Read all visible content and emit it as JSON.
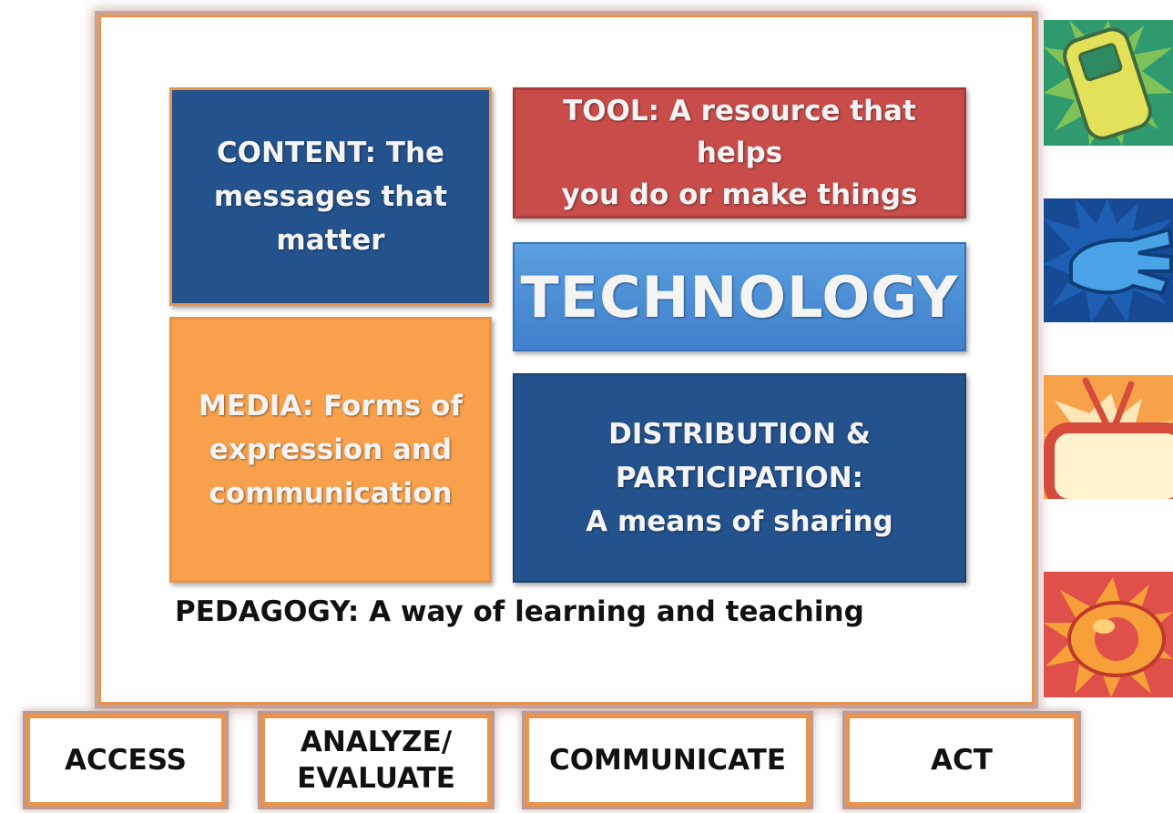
{
  "diagram": {
    "content_box": "CONTENT: The\nmessages that\nmatter",
    "media_box": "MEDIA: Forms of\nexpression and\ncommunication",
    "tool_box": "TOOL: A resource that helps\nyou do or make things",
    "technology_box": "TECHNOLOGY",
    "distribution_box": "DISTRIBUTION &\nPARTICIPATION:\nA means of sharing",
    "pedagogy_label": "PEDAGOGY: A way of learning and teaching"
  },
  "actions": [
    {
      "label": "ACCESS"
    },
    {
      "label": "ANALYZE/\nEVALUATE"
    },
    {
      "label": "COMMUNICATE"
    },
    {
      "label": "ACT"
    }
  ],
  "icons": [
    {
      "name": "mobile-phone-icon",
      "colors": [
        "#2f9a6e",
        "#e3e05a"
      ]
    },
    {
      "name": "hand-icon",
      "colors": [
        "#1f5fb3",
        "#4aa3e6"
      ]
    },
    {
      "name": "television-icon",
      "colors": [
        "#f7a24a",
        "#d64c3c"
      ]
    },
    {
      "name": "eye-icon",
      "colors": [
        "#e0504a",
        "#f7a03a"
      ]
    }
  ],
  "colors": {
    "navy": "#24528d",
    "orange": "#f8a04c",
    "red": "#c74c4a",
    "blue": "#4a8ed8",
    "border_orange": "#e8944d"
  }
}
